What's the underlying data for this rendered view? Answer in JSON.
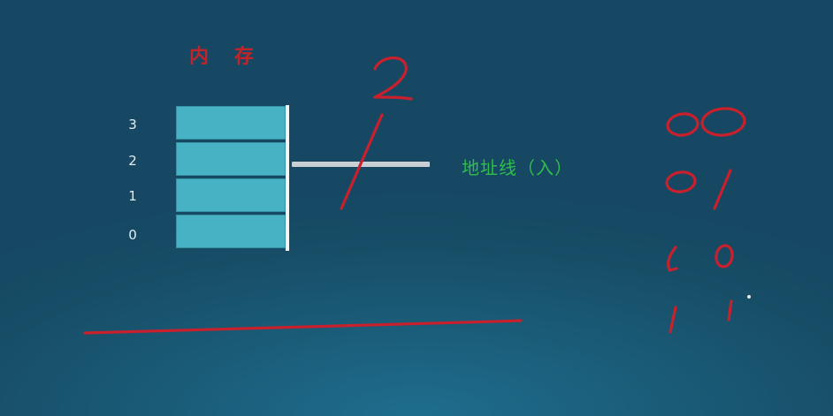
{
  "memory": {
    "title": [
      "内",
      "存"
    ],
    "address_labels": [
      "3",
      "2",
      "1",
      "0"
    ]
  },
  "bus": {
    "label": "地址线（入）"
  },
  "annotations": {
    "bus_width": "2",
    "binary_codes": [
      [
        "0",
        "0"
      ],
      [
        "0",
        "1"
      ],
      [
        "1",
        "0"
      ],
      [
        "1",
        "1"
      ]
    ]
  },
  "colors": {
    "background": "#1a5c78",
    "memory_cell": "#47b2c4",
    "title_text": "#c2242b",
    "bus_label": "#2fbd4c",
    "ink": "#c8202c",
    "bus_line": "#c9cfd3"
  }
}
